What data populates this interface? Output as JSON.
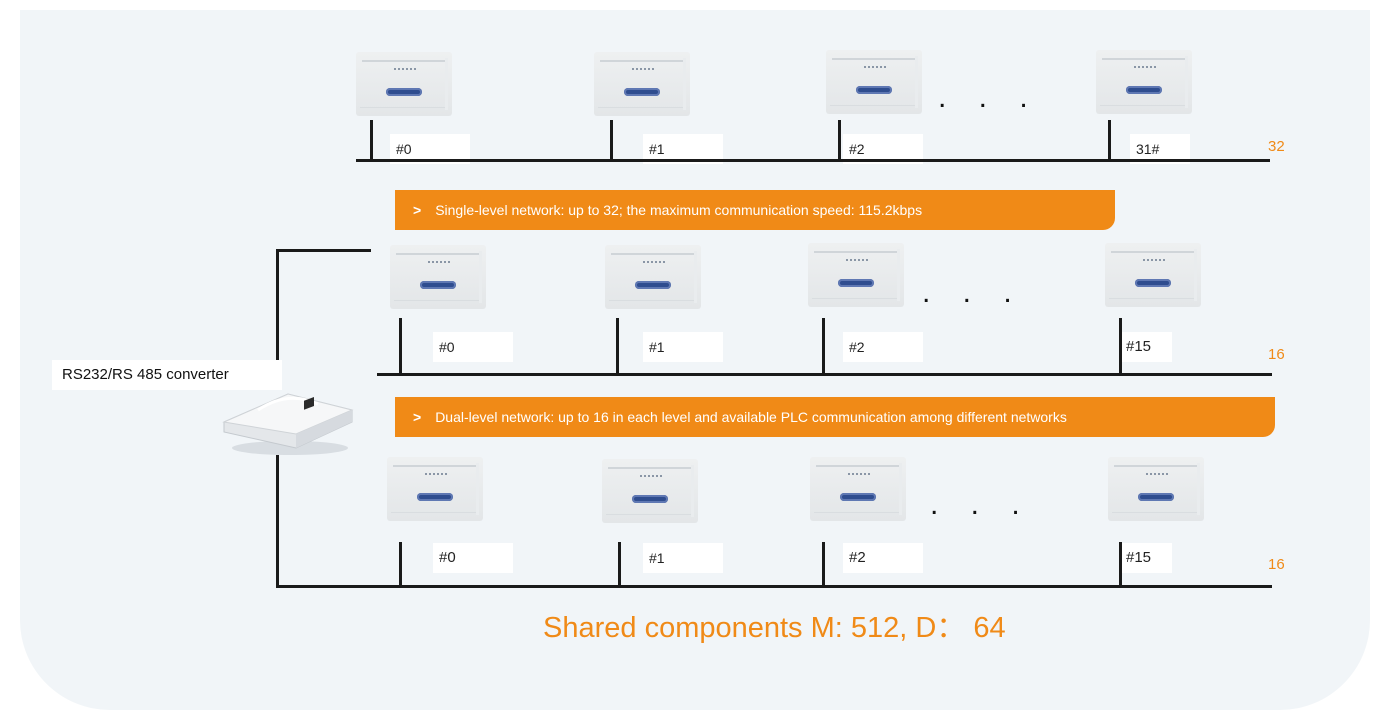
{
  "level1": {
    "nodes": [
      "#0",
      "#1",
      "#2",
      "31#"
    ],
    "count": "32",
    "ellipsis": ". . ."
  },
  "banner1": {
    "chevron": ">",
    "text": "Single-level network: up to 32; the maximum communication speed: 115.2kbps"
  },
  "level2": {
    "nodes": [
      "#0",
      "#1",
      "#2",
      "#15"
    ],
    "count": "16",
    "ellipsis": ". . ."
  },
  "banner2": {
    "chevron": ">",
    "text": "Dual-level network: up to 16 in each level and available PLC communication among different networks"
  },
  "level3": {
    "nodes": [
      "#0",
      "#1",
      "#2",
      "#15"
    ],
    "count": "16",
    "ellipsis": ". . ."
  },
  "converter": {
    "label": "RS232/RS 485 converter"
  },
  "summary": "Shared components M: 512, D： 64",
  "colors": {
    "accent": "#f08a17",
    "panel": "#f1f5f8",
    "line": "#1a1a1a"
  }
}
